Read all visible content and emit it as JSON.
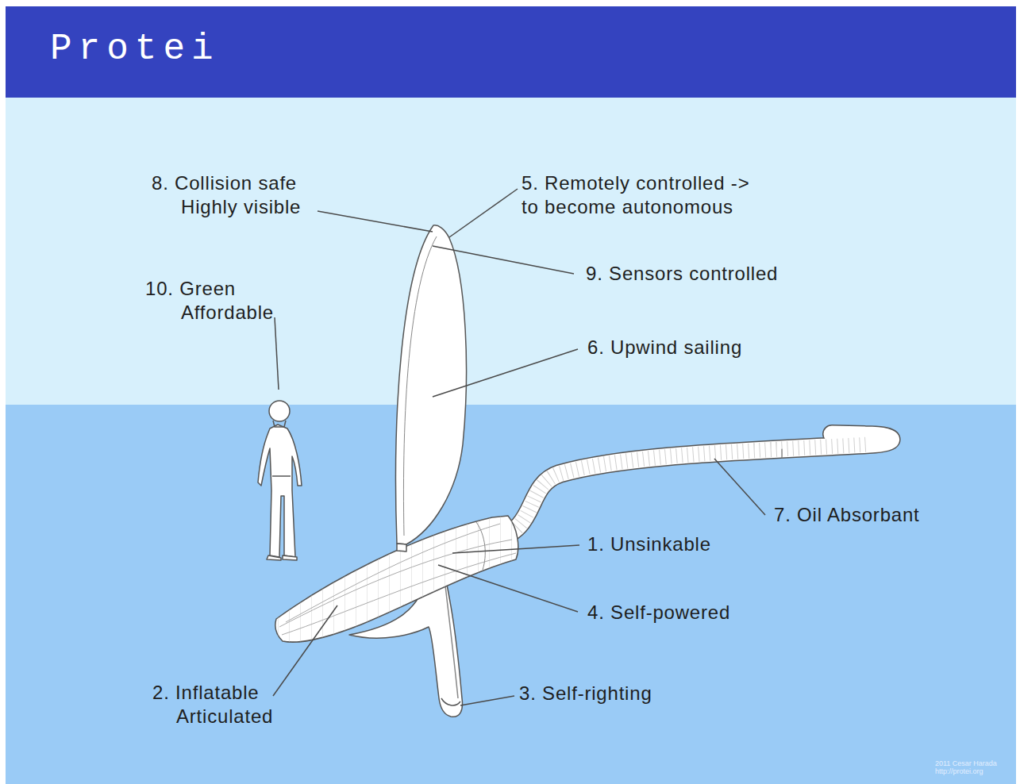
{
  "diagram": {
    "title": "Protei",
    "labels": [
      "8. Collision safe Highly visible",
      "5. Remotely controlled -> to become autonomous",
      "9. Sensors controlled",
      "10. Green Affordable",
      "6. Upwind sailing",
      "7. Oil Absorbant",
      "1. Unsinkable",
      "4. Self-powered",
      "2. Inflatable Articulated",
      "3. Self-righting",
      "2011 Cesar Harada",
      "http://protei.org"
    ]
  }
}
